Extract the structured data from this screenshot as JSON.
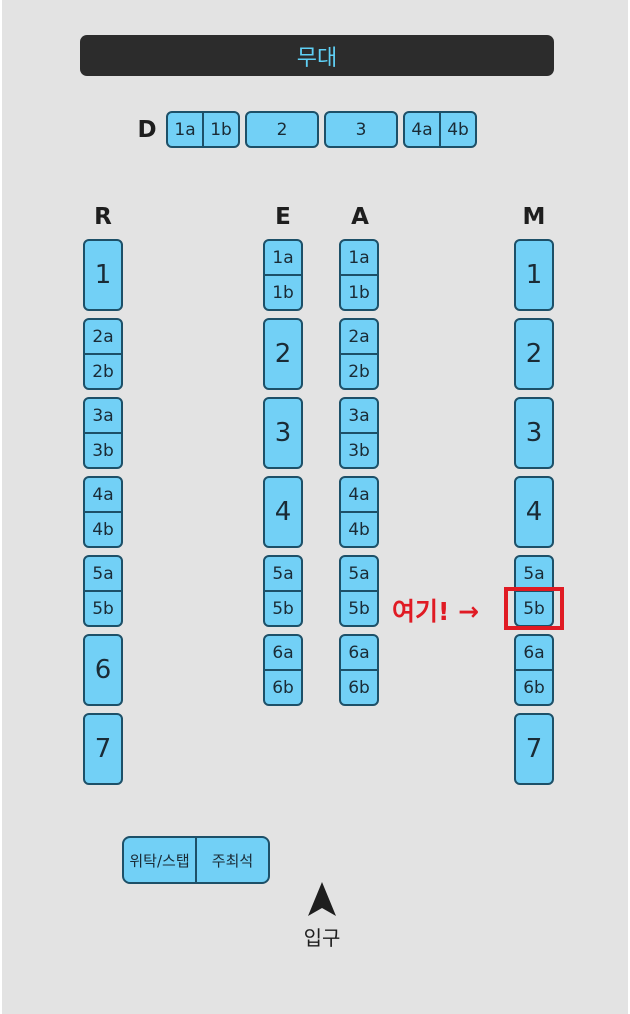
{
  "stage_label": "무대",
  "rows": {
    "D": {
      "label": "D",
      "seats": [
        "1a",
        "1b",
        "2",
        "3",
        "4a",
        "4b"
      ]
    },
    "R": {
      "label": "R",
      "seats": [
        "1",
        "2a",
        "2b",
        "3a",
        "3b",
        "4a",
        "4b",
        "5a",
        "5b",
        "6",
        "7"
      ]
    },
    "E": {
      "label": "E",
      "seats": [
        "1a",
        "1b",
        "2",
        "3",
        "4",
        "5a",
        "5b",
        "6a",
        "6b"
      ]
    },
    "A": {
      "label": "A",
      "seats": [
        "1a",
        "1b",
        "2a",
        "2b",
        "3a",
        "3b",
        "4a",
        "4b",
        "5a",
        "5b",
        "6a",
        "6b"
      ]
    },
    "M": {
      "label": "M",
      "seats": [
        "1",
        "2",
        "3",
        "4",
        "5a",
        "5b",
        "6a",
        "6b",
        "7"
      ]
    }
  },
  "booth": {
    "left_label": "위탁/스탭",
    "right_label": "주최석"
  },
  "annotation": {
    "text": "여기! →",
    "target": "M 5b",
    "color": "#e01b24"
  },
  "entrance_label": "입구",
  "colors": {
    "seat_fill": "#72d0f6",
    "seat_border": "#1d5068",
    "stage_bg": "#2c2c2c",
    "stage_text": "#5fd0f5",
    "background": "#e3e3e3"
  }
}
